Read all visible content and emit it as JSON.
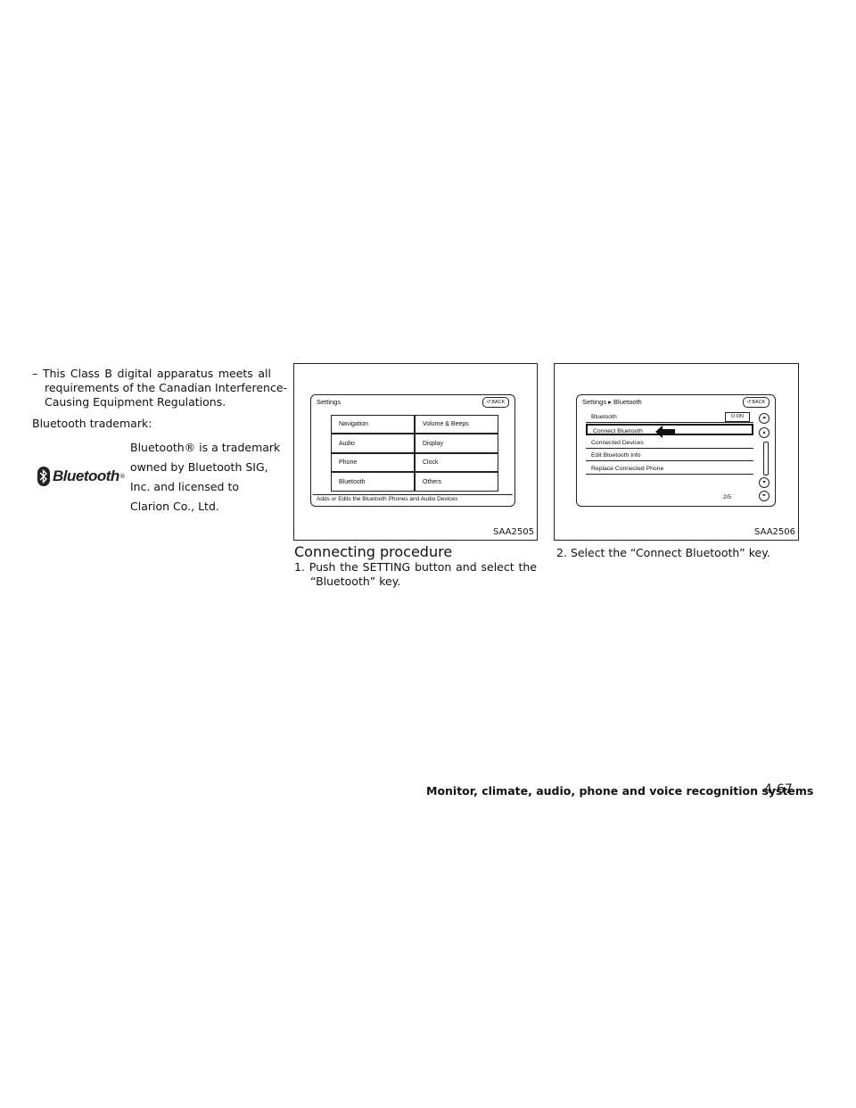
{
  "left_column": {
    "bullet_line1": "– This Class B digital apparatus meets all",
    "bullet_line2": "requirements of the Canadian Interference-",
    "bullet_line3": "Causing Equipment Regulations.",
    "trademark_label": "Bluetooth trademark:",
    "logo_text": "Bluetooth",
    "logo_reg": "®",
    "tm_line1": "Bluetooth® is a trademark",
    "tm_line2": "owned by Bluetooth SIG,",
    "tm_line3": "Inc. and licensed to",
    "tm_line4": "Clarion Co., Ltd."
  },
  "figure1": {
    "label": "SAA2505",
    "screen_title": "Settings",
    "back": "BACK",
    "left_buttons": [
      "Navigation",
      "Audio",
      "Phone",
      "Bluetooth"
    ],
    "right_buttons": [
      "Volume & Beeps",
      "Display",
      "Clock",
      "Others"
    ],
    "status": "Adds or Edits the Bluetooth Phones and Audio Devices"
  },
  "figure2": {
    "label": "SAA2506",
    "screen_title": "Settings ▸ Bluetooth",
    "back": "BACK",
    "rows": [
      "Bluetooth",
      "Connect Bluetooth",
      "Connected Devices",
      "Edit Bluetooth Info",
      "Replace Connected Phone"
    ],
    "toggle": "O ON",
    "page": "2/5"
  },
  "section": {
    "heading": "Connecting procedure",
    "step1_line1": "1. Push the SETTING button and select the",
    "step1_line2": "“Bluetooth” key.",
    "step2": "2. Select the “Connect Bluetooth” key."
  },
  "footer": {
    "title": "Monitor, climate, audio, phone and voice recognition systems",
    "page": "4-67"
  }
}
